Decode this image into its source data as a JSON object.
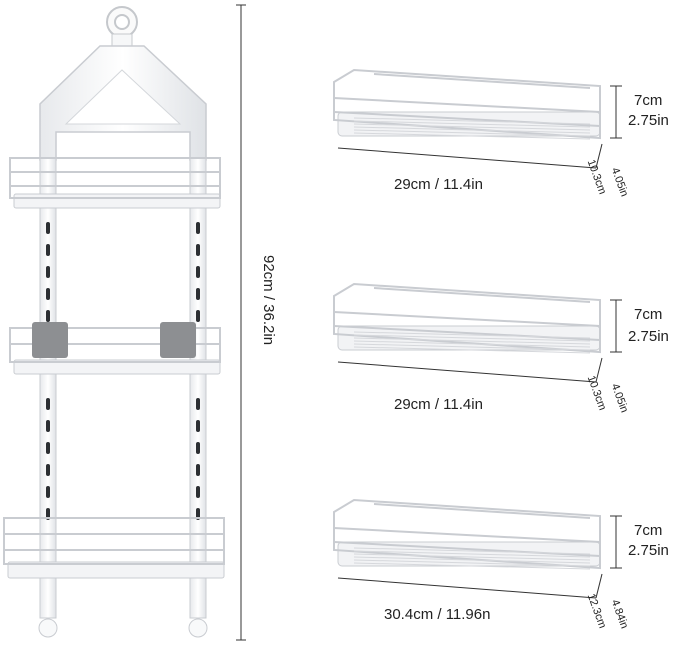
{
  "product": {
    "height_label": "92cm / 36.2in"
  },
  "baskets": [
    {
      "width_label": "29cm / 11.4in",
      "height_cm": "7cm",
      "height_in": "2.75in",
      "depth_cm": "10.3cm",
      "depth_in": "4.05in"
    },
    {
      "width_label": "29cm / 11.4in",
      "height_cm": "7cm",
      "height_in": "2.75in",
      "depth_cm": "10.3cm",
      "depth_in": "4.05in"
    },
    {
      "width_label": "30.4cm / 11.96n",
      "height_cm": "7cm",
      "height_in": "2.75in",
      "depth_cm": "12.3cm",
      "depth_in": "4.84in"
    }
  ],
  "colors": {
    "metal": "#f4f5f7",
    "edge": "#c9ccd1",
    "hook": "#8d8f92",
    "line": "#333333"
  }
}
